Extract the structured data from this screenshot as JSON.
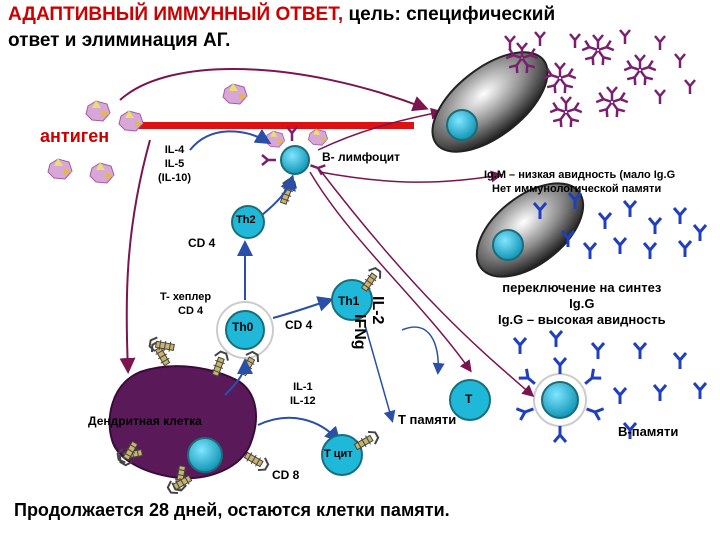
{
  "title": {
    "main_red": "АДАПТИВНЫЙ ИММУННЫЙ ОТВЕТ,",
    "main_rest": " цель: специфический",
    "line2": "ответ и элиминация  АГ."
  },
  "labels": {
    "antigen": "антиген",
    "il4": "IL-4",
    "il5": "IL-5",
    "il10": "(IL-10)",
    "b_lymphocyte": "B- лимфоцит",
    "igm_line1": "Ig.M – низкая авидность (мало Ig.G",
    "igm_line2": "Нет  иммунологической памяти",
    "th2": "Th2",
    "cd4_top": "CD 4",
    "t_helper_line1": "T- хеплер",
    "t_helper_line2": "CD 4",
    "th0": "Th0",
    "cd4_mid": "CD 4",
    "th1": "Th1",
    "il2": "IL-2",
    "ifng": "IFNg",
    "switch_line1": "переключение на синтез",
    "switch_line2": "Ig.G",
    "switch_line3": "Ig.G – высокая авидность",
    "il1": "IL-1",
    "il12": "IL-12",
    "dendritic": "Дендритная клетка",
    "t_memory": "T памяти",
    "t_cell": "T",
    "b_memory": "B-памяти",
    "t_cyt": "T цит",
    "cd8": "CD 8"
  },
  "footer": "Продолжается 28 дней,  остаются клетки памяти.",
  "colors": {
    "title_red": "#cc0000",
    "bar_red": "#dd1111",
    "cell_cyan": "#20b8d8",
    "cell_teal": "#1a6e7a",
    "antibody_purple": "#7a1f6e",
    "antibody_blue": "#1f3fbf",
    "arrow_purple": "#7a1550",
    "arrow_blue": "#2a4fa8",
    "dendritic_purple": "#5a1a5a"
  }
}
